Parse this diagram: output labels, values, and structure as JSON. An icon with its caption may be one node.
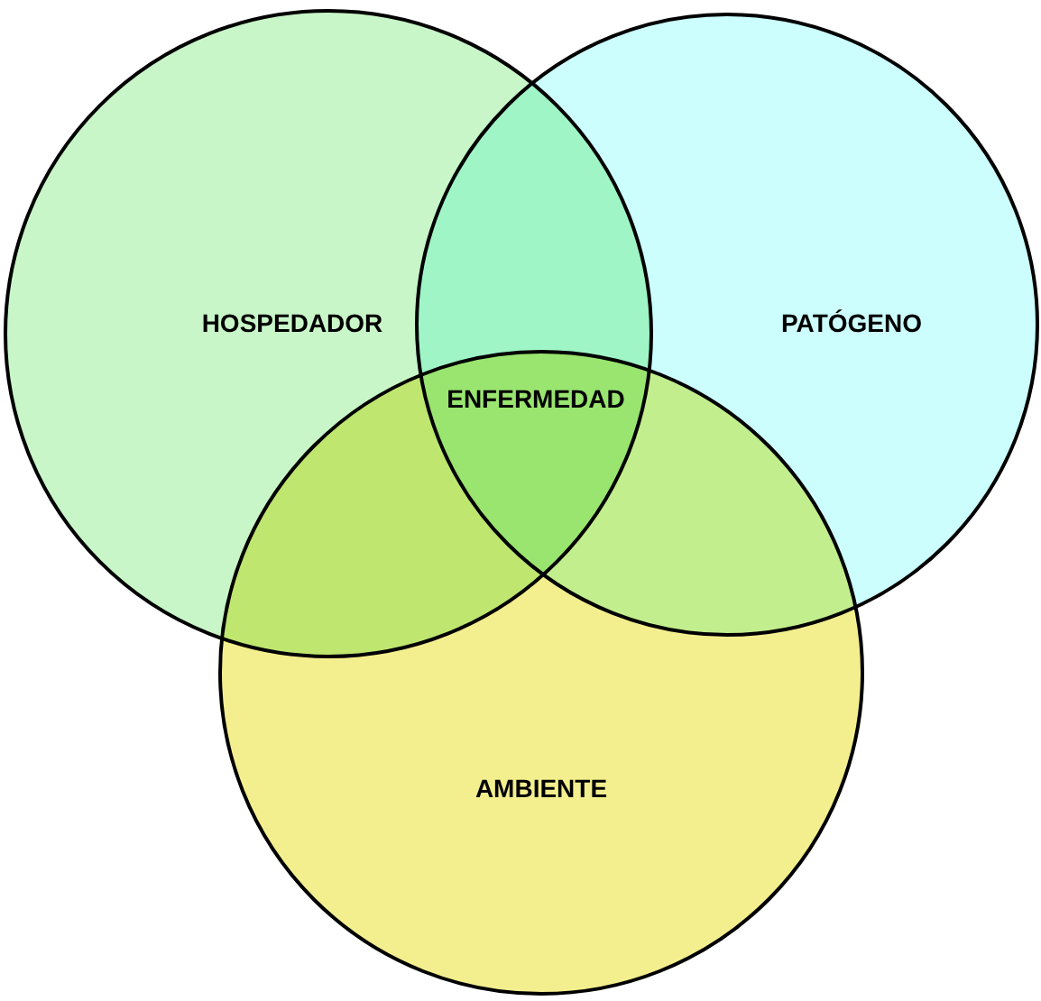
{
  "diagram": {
    "nodes": [
      {
        "text": [
          "HOSPEDADOR"
        ]
      },
      {
        "text": [
          "PATÓGENO"
        ]
      },
      {
        "text": [
          "AMBIENTE"
        ]
      }
    ],
    "edges": [],
    "labels": [
      "ENFERMEDAD"
    ]
  }
}
